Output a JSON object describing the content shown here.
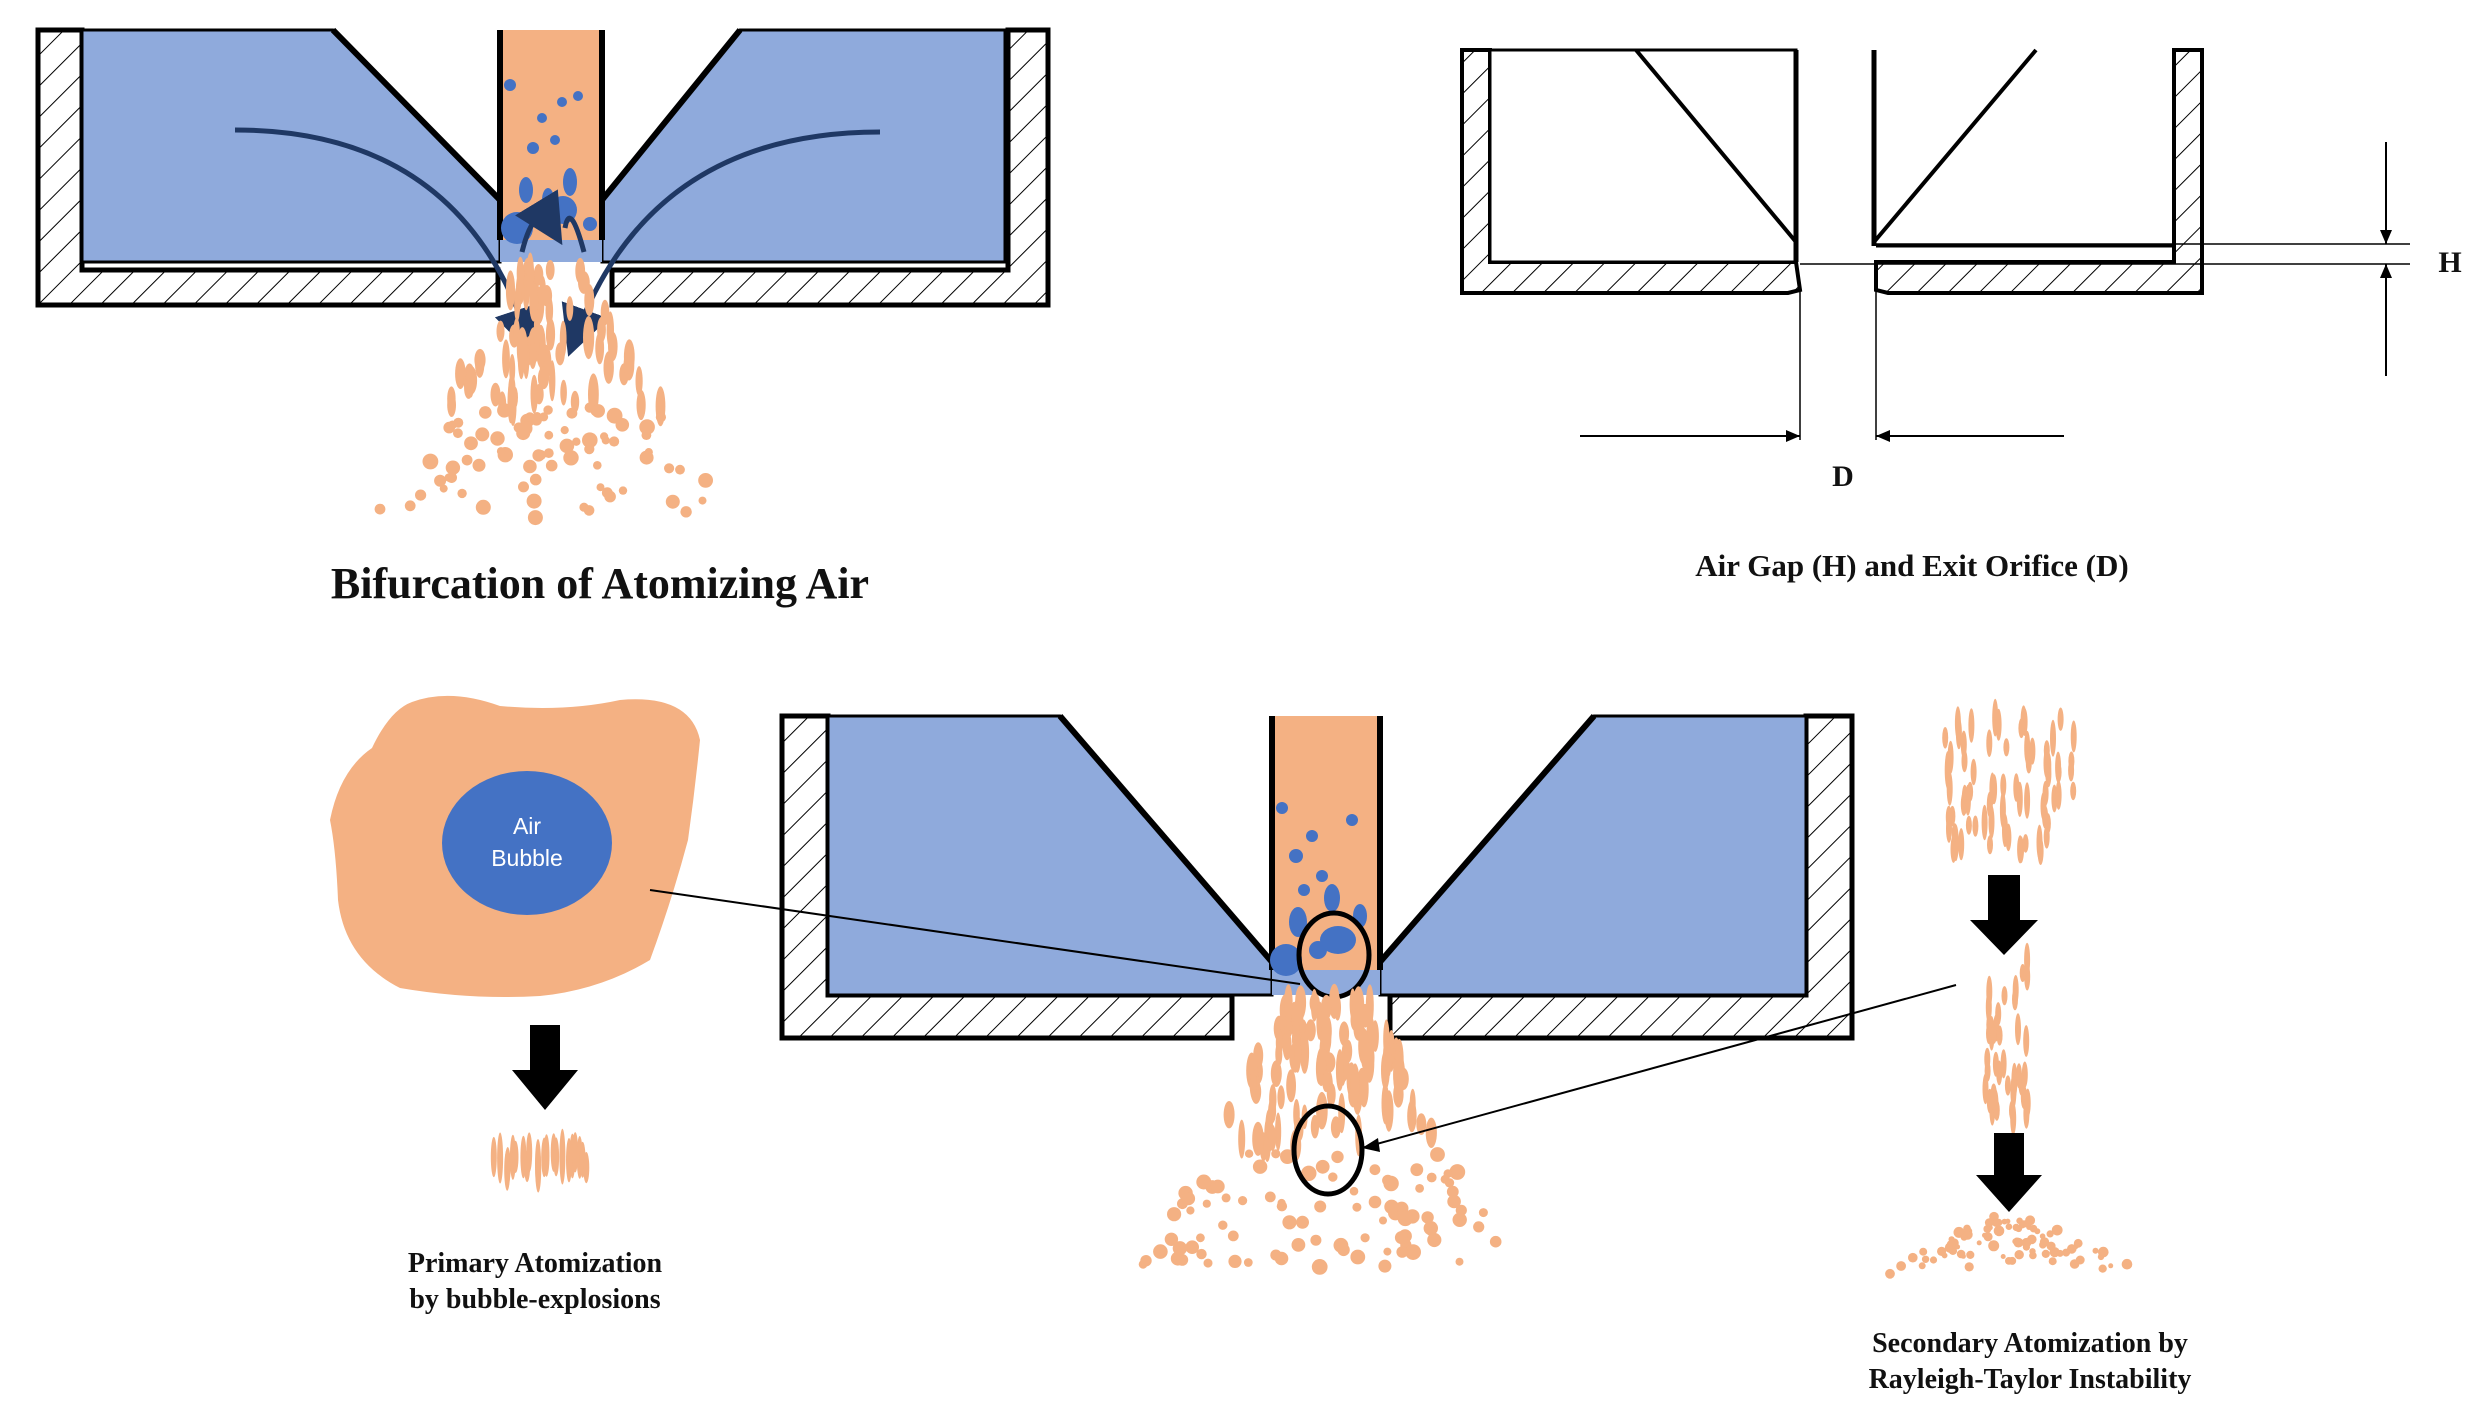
{
  "captions": {
    "bifurcation": "Bifurcation of Atomizing Air",
    "airgap": "Air Gap (H) and Exit Orifice (D)",
    "primary_line1": "Primary Atomization",
    "primary_line2": "by bubble-explosions",
    "secondary_line1": "Secondary Atomization by",
    "secondary_line2": "Rayleigh-Taylor Instability"
  },
  "dimensions": {
    "height_label": "H",
    "diameter_label": "D"
  },
  "bubble": {
    "line1": "Air",
    "line2": "Bubble"
  },
  "colors": {
    "air": "#8faadc",
    "liquid": "#f4b183",
    "bubble": "#4472c4",
    "arrow_flow": "#1f3864",
    "outline": "#000000"
  }
}
